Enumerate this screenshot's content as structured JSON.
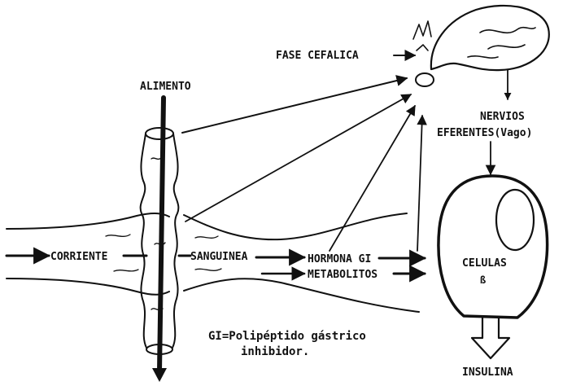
{
  "labels": {
    "fase_cefalica": "FASE CEFALICA",
    "alimento": "ALIMENTO",
    "nervios": "NERVIOS",
    "eferentes": "EFERENTES(Vago)",
    "corriente": "CORRIENTE",
    "sanguinea": "SANGUINEA",
    "hormona_gi": "HORMONA GI",
    "metabolitos": "METABOLITOS",
    "celulas": "CELULAS",
    "beta": "ß",
    "insulina": "INSULINA"
  },
  "footnote": {
    "line1": "GI=Polipéptido gástrico",
    "line2": "inhibidor."
  }
}
